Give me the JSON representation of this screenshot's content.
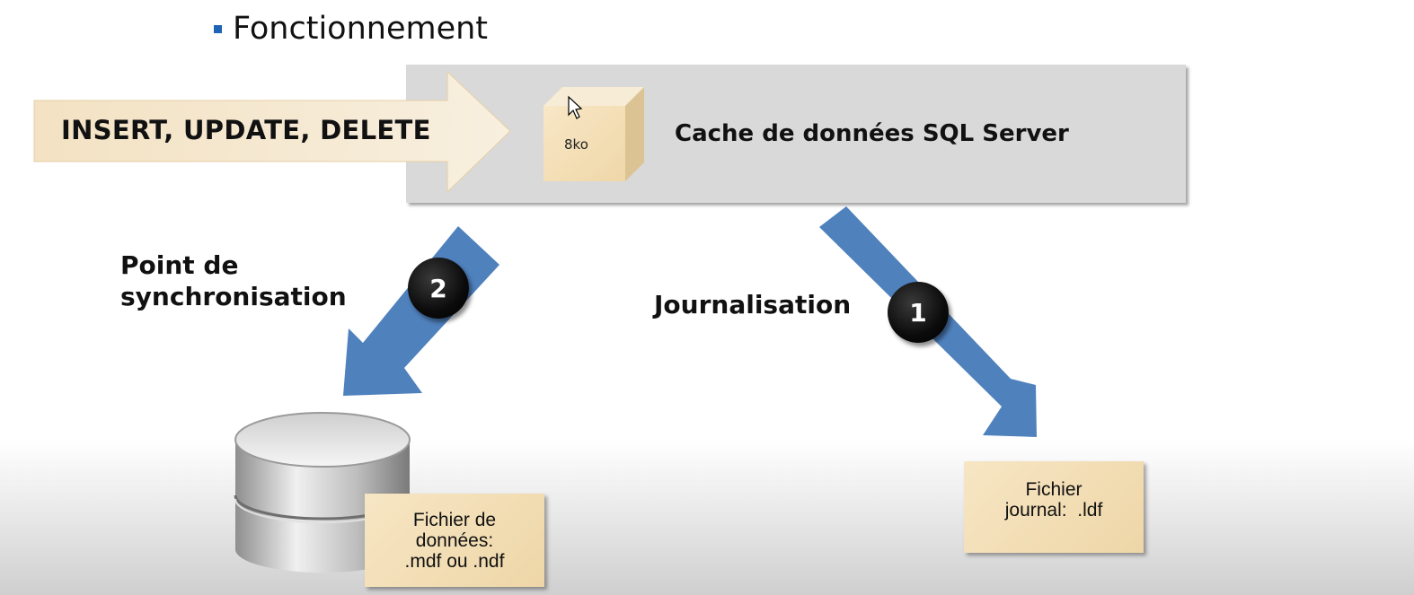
{
  "title": "Fonctionnement",
  "cache": {
    "label": "Cache de données SQL Server",
    "page_label": "8ko"
  },
  "operations_arrow": {
    "label": "INSERT, UPDATE, DELETE"
  },
  "sync": {
    "label_line1": "Point de",
    "label_line2": "synchronisation",
    "step": "2"
  },
  "journal": {
    "label": "Journalisation",
    "step": "1"
  },
  "data_file": {
    "line1": "Fichier de",
    "line2": "données:",
    "line3": ".mdf ou .ndf"
  },
  "log_file": {
    "line1": "Fichier",
    "line2": "journal:  .ldf"
  },
  "colors": {
    "accent_blue": "#4f81bd",
    "bullet_blue": "#1f63b6",
    "cache_gray": "#d9d9d9",
    "note_tan": "#f2ddb5"
  }
}
